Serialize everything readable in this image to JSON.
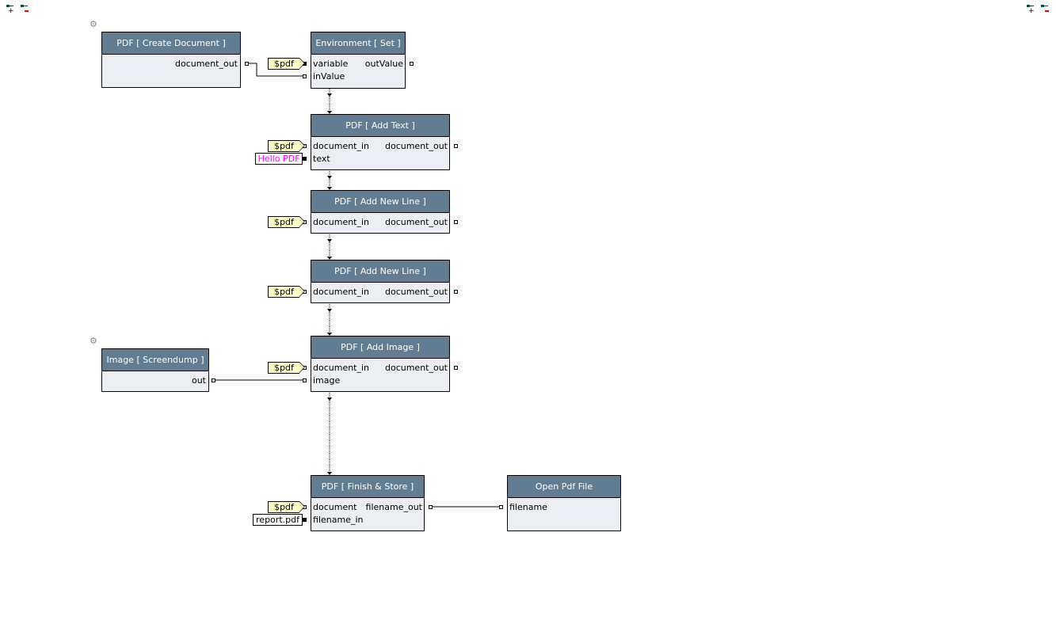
{
  "toolbar": {
    "left": [
      "expand-all",
      "collapse-all"
    ],
    "right": [
      "expand-all",
      "collapse-all"
    ]
  },
  "nodes": {
    "create": {
      "title": "PDF [ Create Document ]",
      "out": "document_out"
    },
    "env": {
      "title": "Environment [ Set ]",
      "in1": "variable",
      "in2": "inValue",
      "out": "outValue"
    },
    "text": {
      "title": "PDF [ Add Text ]",
      "in1": "document_in",
      "in2": "text",
      "out": "document_out"
    },
    "nl1": {
      "title": "PDF [ Add New Line ]",
      "in1": "document_in",
      "out": "document_out"
    },
    "nl2": {
      "title": "PDF [ Add New Line ]",
      "in1": "document_in",
      "out": "document_out"
    },
    "image": {
      "title": "PDF [ Add Image ]",
      "in1": "document_in",
      "in2": "image",
      "out": "document_out"
    },
    "screendump": {
      "title": "Image [ Screendump ]",
      "out": "out"
    },
    "finish": {
      "title": "PDF [ Finish & Store ]",
      "in1": "document",
      "in2": "filename_in",
      "out": "filename_out"
    },
    "open": {
      "title": "Open Pdf File",
      "in1": "filename"
    }
  },
  "literals": {
    "var": "$pdf",
    "hello": "Hello PDF",
    "report": "report.pdf"
  },
  "colors": {
    "header": "#627d91",
    "body": "#ebeef3",
    "literal_text": "#ff00ff",
    "variable_bg": "#ffffcc"
  }
}
